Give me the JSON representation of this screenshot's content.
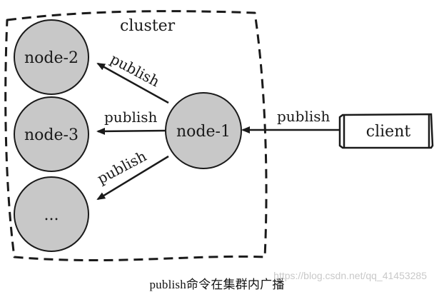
{
  "diagram": {
    "cluster_label": "cluster",
    "nodes": {
      "node1": "node-1",
      "node2": "node-2",
      "node3": "node-3",
      "ellipsis": "..."
    },
    "client_label": "client",
    "edge_label": "publish"
  },
  "caption": "publish命令在集群内广播",
  "watermark": "https://blog.csdn.net/qq_41453285",
  "colors": {
    "node_fill": "#c8c8c8",
    "stroke": "#1a1a1a"
  }
}
